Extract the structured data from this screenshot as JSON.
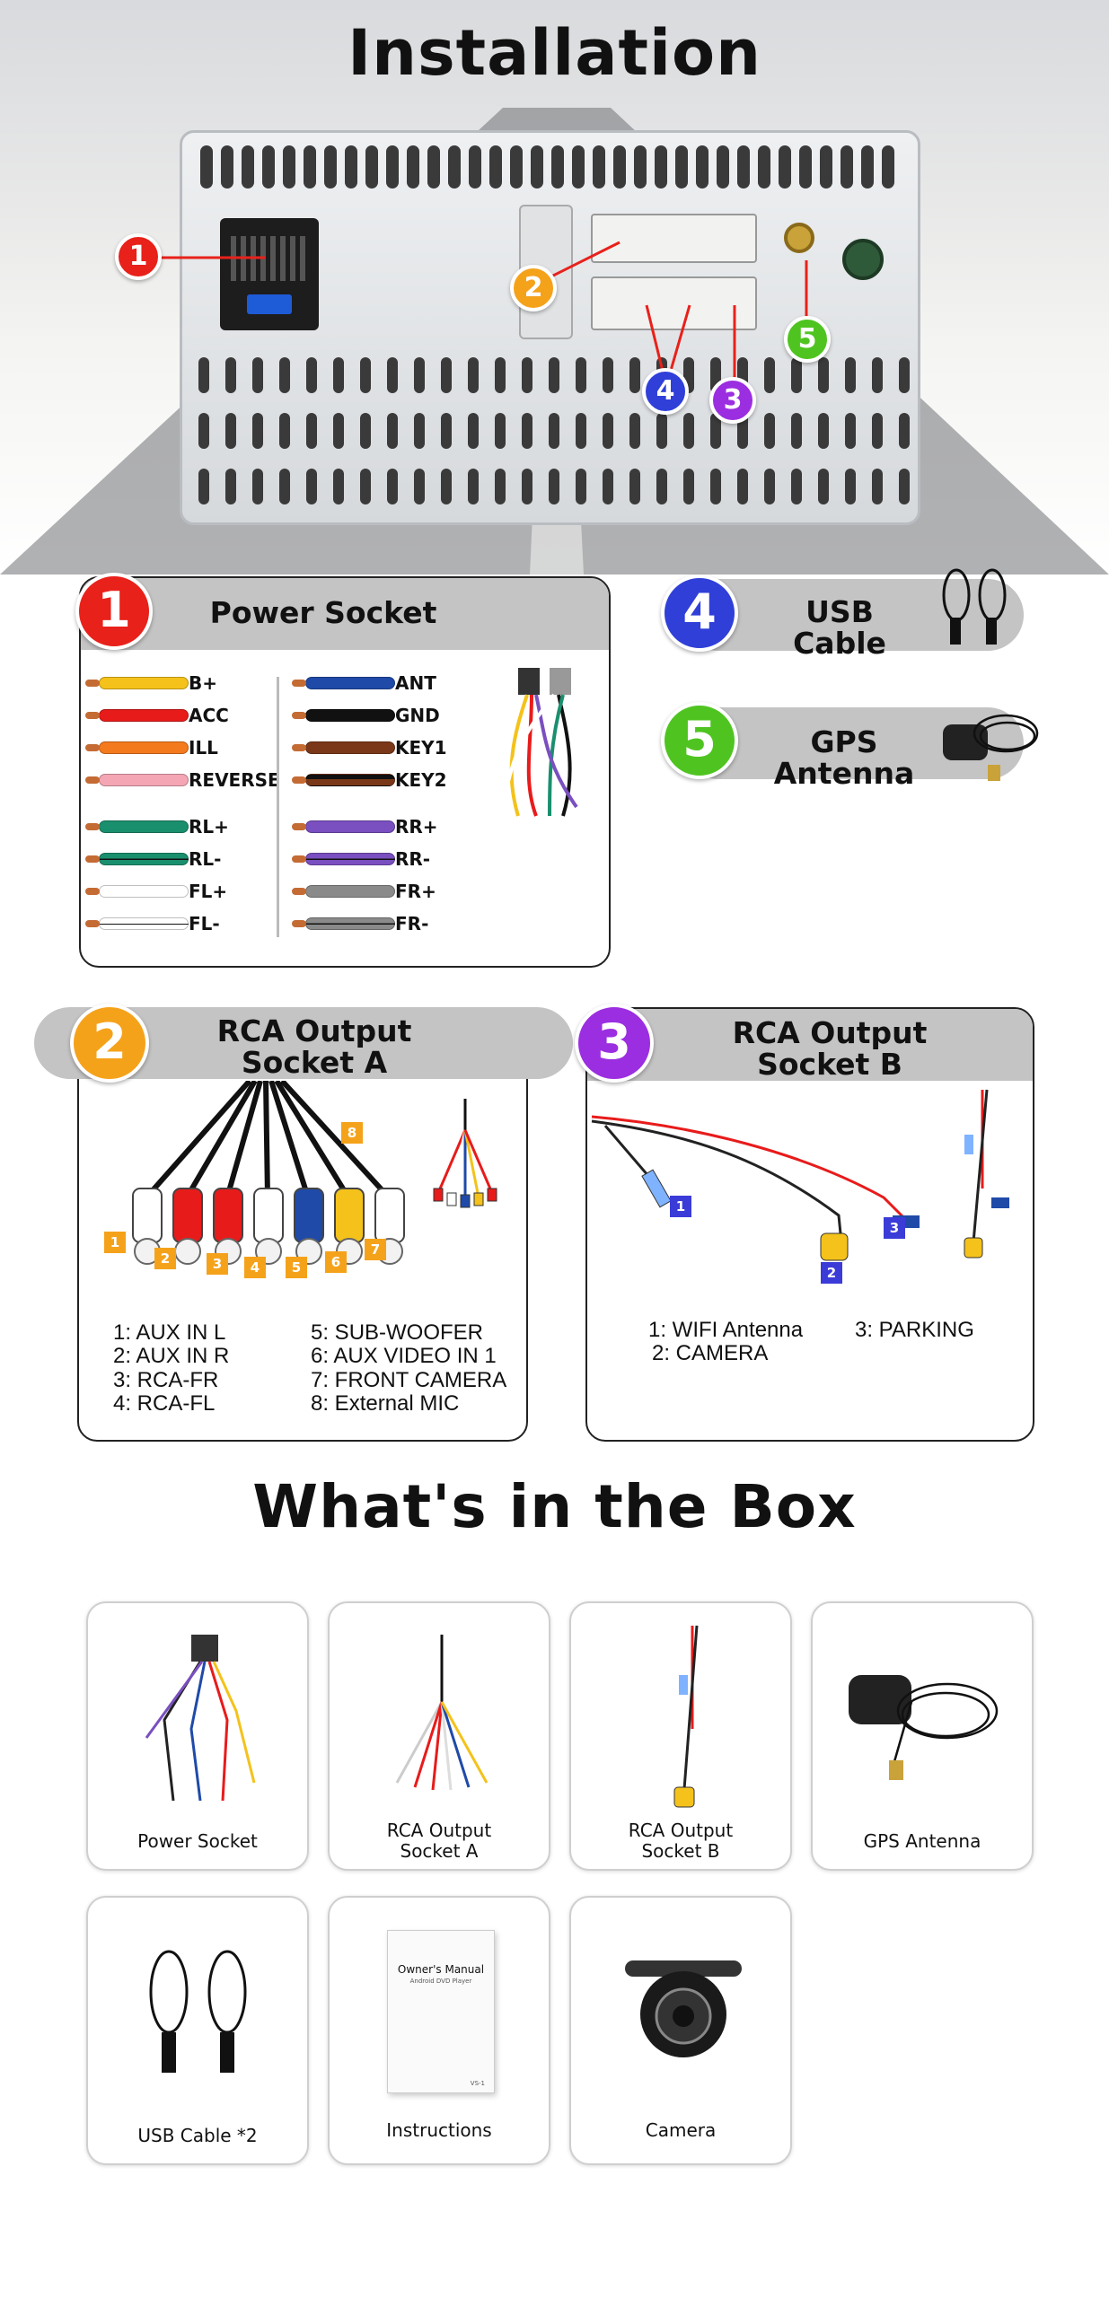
{
  "installation": {
    "title": "Installation",
    "callouts": [
      {
        "num": "1",
        "color": "#e8211a"
      },
      {
        "num": "2",
        "color": "#f5a21b"
      },
      {
        "num": "3",
        "color": "#9b2ee0"
      },
      {
        "num": "4",
        "color": "#2f3fd8"
      },
      {
        "num": "5",
        "color": "#4fc421"
      }
    ]
  },
  "power_socket": {
    "num": "1",
    "title": "Power Socket",
    "wires_left": [
      {
        "label": "B+",
        "color": "#f4c21a"
      },
      {
        "label": "ACC",
        "color": "#e81b1b"
      },
      {
        "label": "ILL",
        "color": "#f47a1e"
      },
      {
        "label": "REVERSE",
        "color": "#f4a6b4"
      },
      {
        "label": "RL+",
        "color": "#1a8f6e"
      },
      {
        "label": "RL-",
        "color": "#1a8f6e"
      },
      {
        "label": "FL+",
        "color": "#ffffff"
      },
      {
        "label": "FL-",
        "color": "#ffffff"
      }
    ],
    "wires_right": [
      {
        "label": "ANT",
        "color": "#1f4aa8"
      },
      {
        "label": "GND",
        "color": "#111111"
      },
      {
        "label": "KEY1",
        "color": "#7a3818"
      },
      {
        "label": "KEY2",
        "color": "#7a3818"
      },
      {
        "label": "RR+",
        "color": "#7a4fc0"
      },
      {
        "label": "RR-",
        "color": "#7a4fc0"
      },
      {
        "label": "FR+",
        "color": "#8a8a8a"
      },
      {
        "label": "FR-",
        "color": "#8a8a8a"
      }
    ]
  },
  "usb_cable": {
    "num": "4",
    "title": "USB Cable"
  },
  "gps_antenna": {
    "num": "5",
    "title": "GPS Antenna"
  },
  "rca_a": {
    "num": "2",
    "title_line1": "RCA Output",
    "title_line2": "Socket A",
    "tags": [
      "1",
      "2",
      "3",
      "4",
      "5",
      "6",
      "7",
      "8"
    ],
    "legend_left": [
      "1: AUX IN L",
      "2: AUX IN R",
      "3: RCA-FR",
      "4: RCA-FL"
    ],
    "legend_right": [
      "5: SUB-WOOFER",
      "6: AUX VIDEO IN 1",
      "7: FRONT CAMERA",
      "8: External MIC"
    ]
  },
  "rca_b": {
    "num": "3",
    "title_line1": "RCA Output",
    "title_line2": "Socket B",
    "tags": [
      "1",
      "2",
      "3"
    ],
    "legend_left": [
      "1: WIFI Antenna",
      "2: CAMERA"
    ],
    "legend_right": [
      "3: PARKING"
    ]
  },
  "box": {
    "title": "What's in the Box",
    "items": [
      {
        "line1": "Power Socket",
        "line2": ""
      },
      {
        "line1": "RCA Output",
        "line2": "Socket A"
      },
      {
        "line1": "RCA Output",
        "line2": "Socket B"
      },
      {
        "line1": "GPS Antenna",
        "line2": ""
      },
      {
        "line1": "USB Cable *2",
        "line2": ""
      },
      {
        "line1": "Instructions",
        "line2": ""
      },
      {
        "line1": "Camera",
        "line2": ""
      }
    ],
    "manual_title": "Owner's Manual",
    "manual_subtitle": "Android DVD Player",
    "manual_code": "VS-1"
  },
  "colors": {
    "tag_orange": "#f5a21b",
    "tag_blue": "#3b3bd8",
    "panel_header_gray": "#c4c4c4"
  }
}
